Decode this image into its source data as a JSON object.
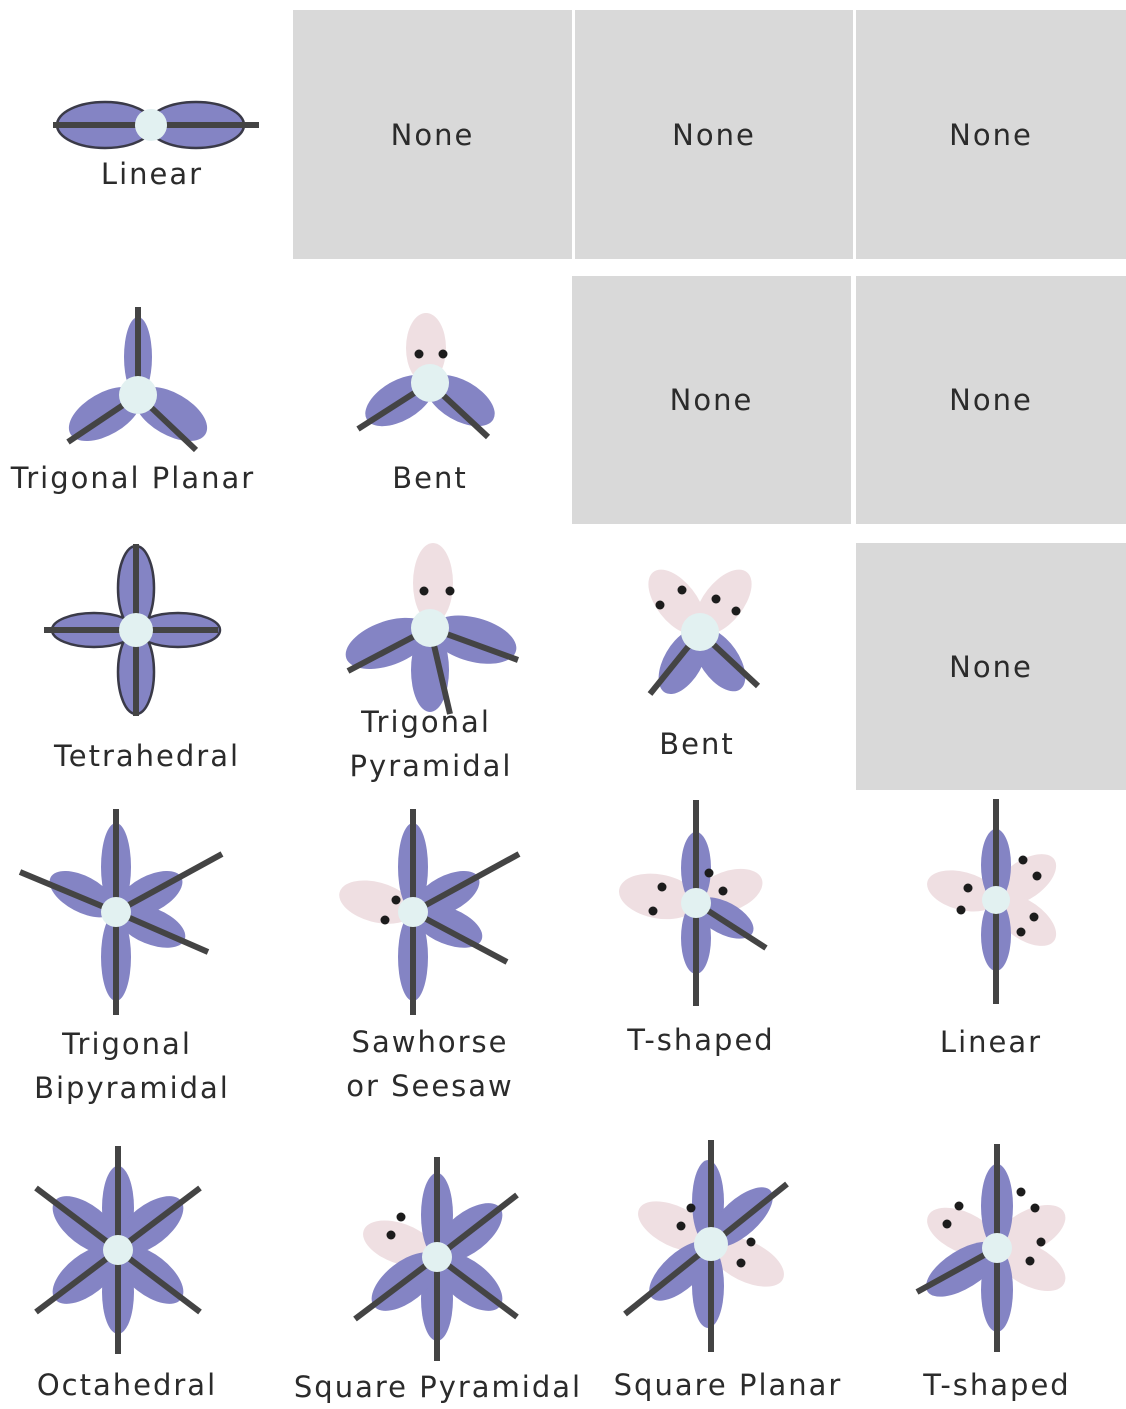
{
  "colors": {
    "bonding_lobe": "#8484c4",
    "lone_pair_lobe": "#efdfe2",
    "central_atom": "#e2f1f1",
    "bond": "#444444",
    "placeholder_cell": "#d9d9d9"
  },
  "placeholder_text": "None",
  "rows": [
    {
      "cells": [
        {
          "kind": "shape",
          "label": "Linear"
        },
        {
          "kind": "none"
        },
        {
          "kind": "none"
        },
        {
          "kind": "none"
        }
      ]
    },
    {
      "cells": [
        {
          "kind": "shape",
          "label": "Trigonal Planar"
        },
        {
          "kind": "shape",
          "label": "Bent"
        },
        {
          "kind": "none"
        },
        {
          "kind": "none"
        }
      ]
    },
    {
      "cells": [
        {
          "kind": "shape",
          "label": "Tetrahedral"
        },
        {
          "kind": "shape",
          "label_lines": [
            "Trigonal",
            "Pyramidal"
          ]
        },
        {
          "kind": "shape",
          "label": "Bent"
        },
        {
          "kind": "none"
        }
      ]
    },
    {
      "cells": [
        {
          "kind": "shape",
          "label_lines": [
            "Trigonal",
            "Bipyramidal"
          ]
        },
        {
          "kind": "shape",
          "label_lines": [
            "Sawhorse",
            "or Seesaw"
          ]
        },
        {
          "kind": "shape",
          "label": "T-shaped"
        },
        {
          "kind": "shape",
          "label": "Linear"
        }
      ]
    },
    {
      "cells": [
        {
          "kind": "shape",
          "label": "Octahedral"
        },
        {
          "kind": "shape",
          "label": "Square Pyramidal"
        },
        {
          "kind": "shape",
          "label": "Square Planar"
        },
        {
          "kind": "shape",
          "label": "T-shaped"
        }
      ]
    }
  ]
}
